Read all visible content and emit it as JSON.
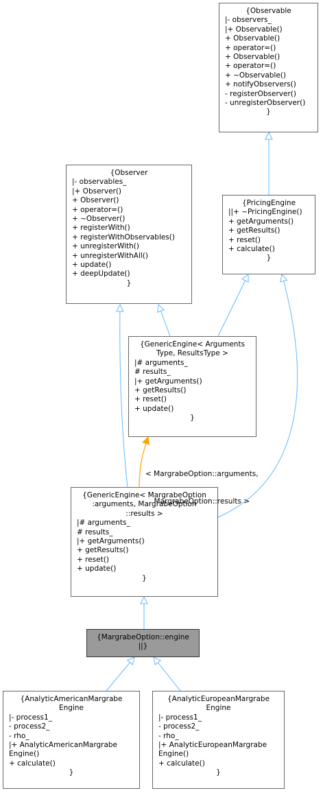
{
  "nodes": {
    "observable": {
      "title": [
        "{Observable"
      ],
      "lines": [
        "|- observers_",
        "|+ Observable()",
        "+ Observable()",
        "+ operator=()",
        "+ Observable()",
        "+ operator=()",
        "+ ~Observable()",
        "+ notifyObservers()",
        "- registerObserver()",
        "- unregisterObserver()"
      ],
      "end": "}"
    },
    "observer": {
      "title": [
        "{Observer"
      ],
      "lines": [
        "|- observables_",
        "|+ Observer()",
        "+ Observer()",
        "+ operator=()",
        "+ ~Observer()",
        "+ registerWith()",
        "+ registerWithObservables()",
        "+ unregisterWith()",
        "+ unregisterWithAll()",
        "+ update()",
        "+ deepUpdate()"
      ],
      "end": "}"
    },
    "pricing": {
      "title": [
        "{PricingEngine"
      ],
      "lines": [
        "||+ ~PricingEngine()",
        "+ getArguments()",
        "+ getResults()",
        "+ reset()",
        "+ calculate()"
      ],
      "end": "}"
    },
    "generic": {
      "title": [
        "{GenericEngine< Arguments",
        "Type, ResultsType >"
      ],
      "lines": [
        "|# arguments_",
        "# results_",
        "|+ getArguments()",
        "+ getResults()",
        "+ reset()",
        "+ update()"
      ],
      "end": "}"
    },
    "genericMargrabe": {
      "title": [
        "{GenericEngine< MargrabeOption",
        ":arguments, MargrabeOption",
        "::results >"
      ],
      "lines": [
        "|# arguments_",
        "# results_",
        "|+ getArguments()",
        "+ getResults()",
        "+ reset()",
        "+ update()"
      ],
      "end": "}"
    },
    "engine": {
      "title": [
        "{MargrabeOption::engine",
        "||}"
      ],
      "lines": [],
      "end": ""
    },
    "american": {
      "title": [
        "{AnalyticAmericanMargrabe",
        "Engine"
      ],
      "lines": [
        "|- process1_",
        "- process2_",
        "- rho_",
        "|+ AnalyticAmericanMargrabe",
        "Engine()",
        "+ calculate()"
      ],
      "end": "}"
    },
    "european": {
      "title": [
        "{AnalyticEuropeanMargrabe",
        "Engine"
      ],
      "lines": [
        "|- process1_",
        "- process2_",
        "- rho_",
        "|+ AnalyticEuropeanMargrabe",
        "Engine()",
        "+ calculate()"
      ],
      "end": "}"
    }
  },
  "edge_label": [
    "< MargrabeOption::arguments,",
    "MargrabeOption::results >"
  ],
  "colors": {
    "inherit": "#63b8ff",
    "template": "#ffa500",
    "border": "#666666",
    "highlight": "#9a9a9a"
  }
}
